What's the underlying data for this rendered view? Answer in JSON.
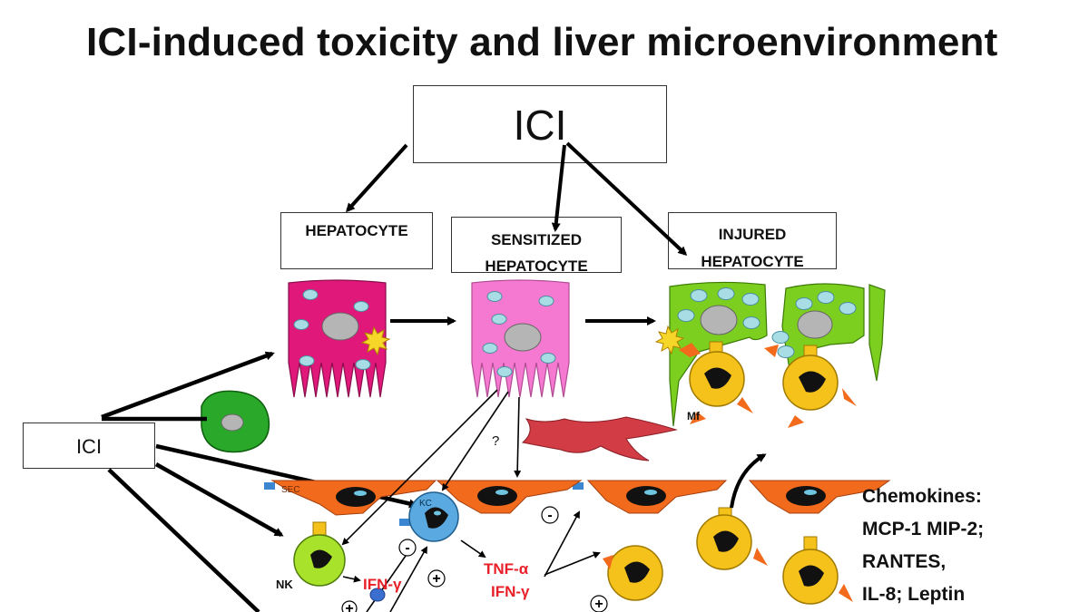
{
  "title": "ICI-induced toxicity and liver microenvironment",
  "boxes": {
    "ici_top": "ICI",
    "ici_left": "ICI",
    "hepatocyte": "HEPATOCYTE",
    "sensitized": [
      "SENSITIZED",
      "HEPATOCYTE"
    ],
    "injured": [
      "INJURED",
      "HEPATOCYTE"
    ]
  },
  "cell_labels": {
    "mf": "Mf",
    "sec": "SEC",
    "kc": "KC",
    "nk": "NK",
    "question": "?",
    "minus": "-",
    "plus": "+"
  },
  "cytokines": {
    "nk_ifn": "IFN-γ",
    "kc_tnf": "TNF-α",
    "kc_ifn": "IFN-γ"
  },
  "chemokines": {
    "heading": "Chemokines:",
    "line1": "MCP-1  MIP-2;",
    "line2": "RANTES,",
    "line3": "IL-8; Leptin"
  },
  "colors": {
    "hepatocyte": "#e0187a",
    "sensitized": "#f579d0",
    "injured": "#7ccf1f",
    "stellate": "#d23c45",
    "endothelial": "#f26a1b",
    "kupffer": "#5aa9e0",
    "nk": "#a8e22a",
    "macrophage": "#f5c21b",
    "cytokine_text": "#e8202a",
    "vacuole": "#a8dde6"
  }
}
